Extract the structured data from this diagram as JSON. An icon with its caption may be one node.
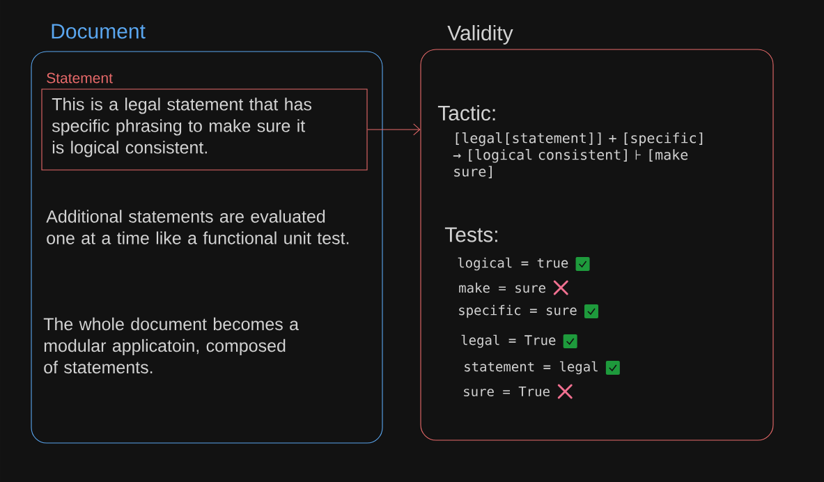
{
  "diagram": {
    "nodes": [
      {
        "text": [
          "Document"
        ]
      },
      {
        "text": [
          "Statement",
          "This is a legal statement that has specific phrasing to make sure it is logical consistent."
        ],
        "in": 0
      },
      {
        "text": [
          "Validity"
        ]
      }
    ],
    "edges": [
      {
        "from": 1,
        "to": 2,
        "arrow": "to"
      }
    ],
    "labels": [
      "Additional statements are evaluated one at a time like a functional unit test.",
      "The whole document becomes a modular applicatoin, composed of statements.",
      "Tactic:",
      "[legal[statement]] + [specific] → [logical consistent] ⊦ [make sure]",
      "Tests:",
      "logical = true",
      "make = sure",
      "specific = sure",
      "legal = True",
      "statement = legal",
      "sure = True"
    ]
  }
}
